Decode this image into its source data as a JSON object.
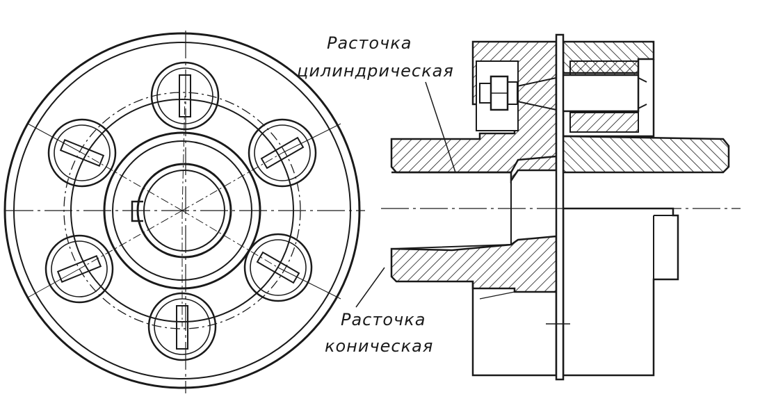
{
  "labels": {
    "cylindrical_bore_line1": "Расточка",
    "cylindrical_bore_line2": "цилиндрическая",
    "conical_bore_line1": "Расточка",
    "conical_bore_line2": "коническая"
  },
  "colors": {
    "ink": "#1a1a1a",
    "paper": "#ffffff"
  }
}
